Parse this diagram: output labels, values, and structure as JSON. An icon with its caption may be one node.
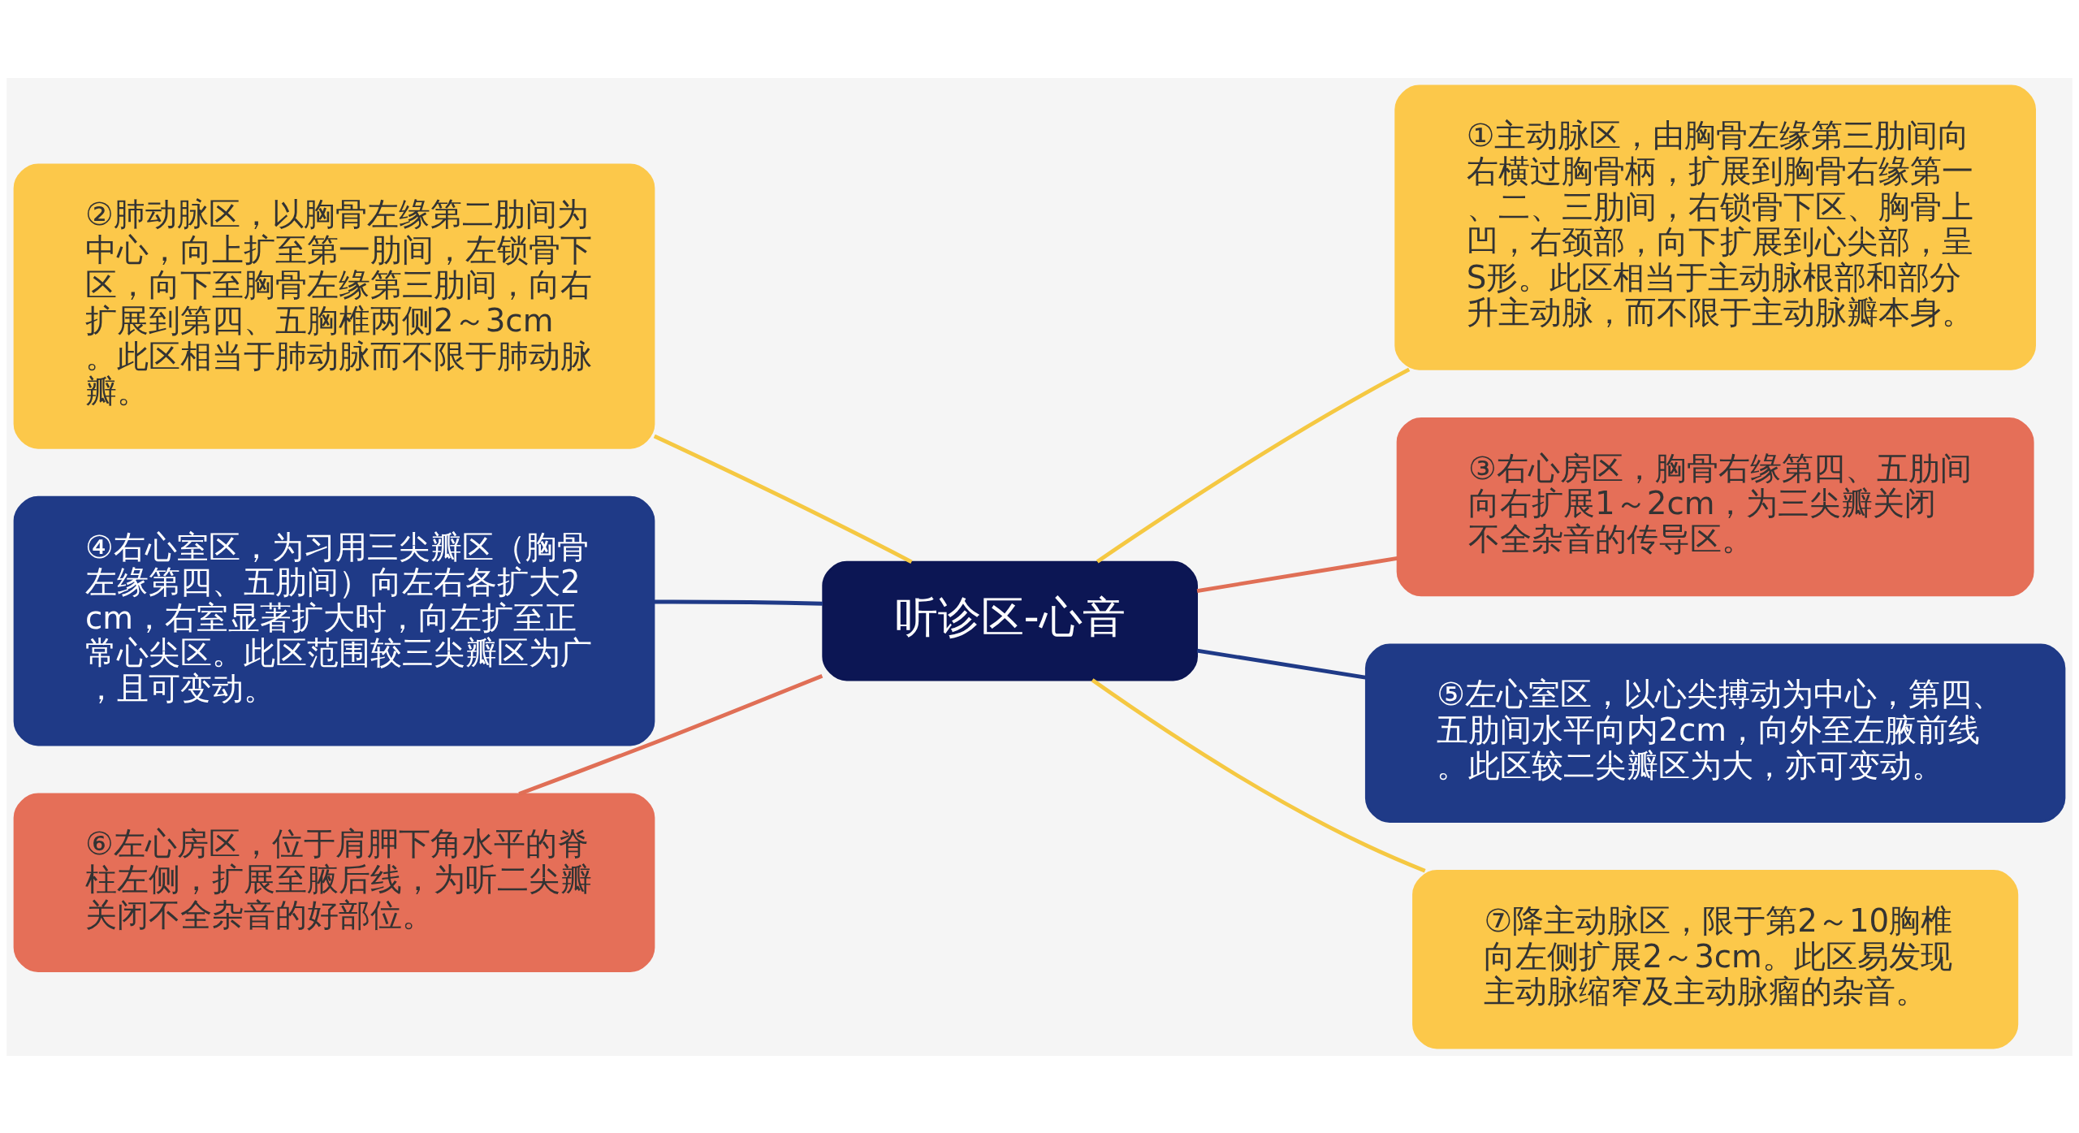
{
  "diagram": {
    "nodes": [
      {
        "text": [
          "听诊区-心音"
        ]
      },
      {
        "text": [
          "①主动脉区，由胸骨左缘第三肋间向右横过胸骨柄，扩展到胸骨右缘第一、二、三肋间，右锁骨下区、胸骨上凹，右颈部，向下扩展到心尖部，呈S形。此区相当于主动脉根部和部分升主动脉，而不限于主动脉瓣本身。"
        ]
      },
      {
        "text": [
          "②肺动脉区，以胸骨左缘第二肋间为中心，向上扩至第一肋间，左锁骨下区，向下至胸骨左缘第三肋间，向右扩展到第四、五胸椎两侧2～3cm。此区相当于肺动脉而不限于肺动脉瓣。"
        ]
      },
      {
        "text": [
          "③右心房区，胸骨右缘第四、五肋间向右扩展1～2cm，为三尖瓣关闭不全杂音的传导区。"
        ]
      },
      {
        "text": [
          "④右心室区，为习用三尖瓣区（胸骨左缘第四、五肋间）向左右各扩大2cm，右室显著扩大时，向左扩至正常心尖区。此区范围较三尖瓣区为广，且可变动。"
        ]
      },
      {
        "text": [
          "⑤左心室区，以心尖搏动为中心，第四、五肋间水平向内2cm，向外至左腋前线。此区较二尖瓣区为大，亦可变动。"
        ]
      },
      {
        "text": [
          "⑥左心房区，位于肩胛下角水平的脊柱左侧，扩展至腋后线，为听二尖瓣关闭不全杂音的好部位。"
        ]
      },
      {
        "text": [
          "⑦降主动脉区，限于第2～10胸椎向左侧扩展2～3cm。此区易发现主动脉缩窄及主动脉瘤的杂音。"
        ]
      }
    ],
    "edges": [
      {
        "from": 0,
        "to": 1,
        "arrow": "none"
      },
      {
        "from": 0,
        "to": 2,
        "arrow": "none"
      },
      {
        "from": 0,
        "to": 3,
        "arrow": "none",
        "color": "#e06f56"
      },
      {
        "from": 0,
        "to": 4,
        "arrow": "none",
        "color": "#1f3a87"
      },
      {
        "from": 0,
        "to": 5,
        "arrow": "none",
        "color": "#1f3a87"
      },
      {
        "from": 0,
        "to": 6,
        "arrow": "none",
        "color": "#e06f56"
      },
      {
        "from": 0,
        "to": 7,
        "arrow": "none"
      }
    ]
  }
}
